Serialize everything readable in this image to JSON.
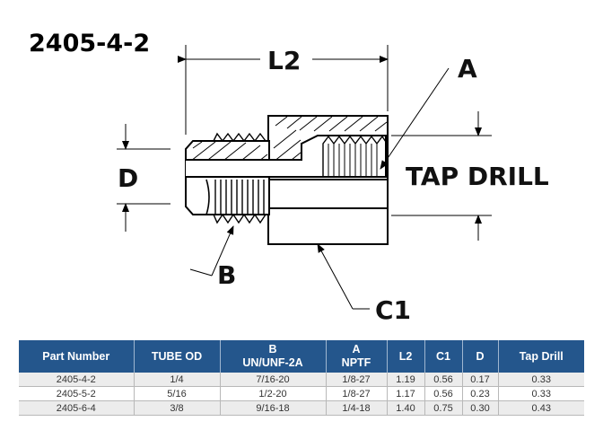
{
  "title": "2405-4-2",
  "diagram": {
    "labels": {
      "L2": "L2",
      "A": "A",
      "D": "D",
      "tap_drill": "TAP DRILL",
      "B": "B",
      "C1": "C1"
    }
  },
  "table": {
    "headers": [
      [
        "Part Number"
      ],
      [
        "TUBE OD"
      ],
      [
        "B",
        "UN/UNF-2A"
      ],
      [
        "A",
        "NPTF"
      ],
      [
        "L2"
      ],
      [
        "C1"
      ],
      [
        "D"
      ],
      [
        "Tap Drill"
      ]
    ],
    "rows": [
      [
        "2405-4-2",
        "1/4",
        "7/16-20",
        "1/8-27",
        "1.19",
        "0.56",
        "0.17",
        "0.33"
      ],
      [
        "2405-5-2",
        "5/16",
        "1/2-20",
        "1/8-27",
        "1.17",
        "0.56",
        "0.23",
        "0.33"
      ],
      [
        "2405-6-4",
        "3/8",
        "9/16-18",
        "1/4-18",
        "1.40",
        "0.75",
        "0.30",
        "0.43"
      ]
    ]
  }
}
